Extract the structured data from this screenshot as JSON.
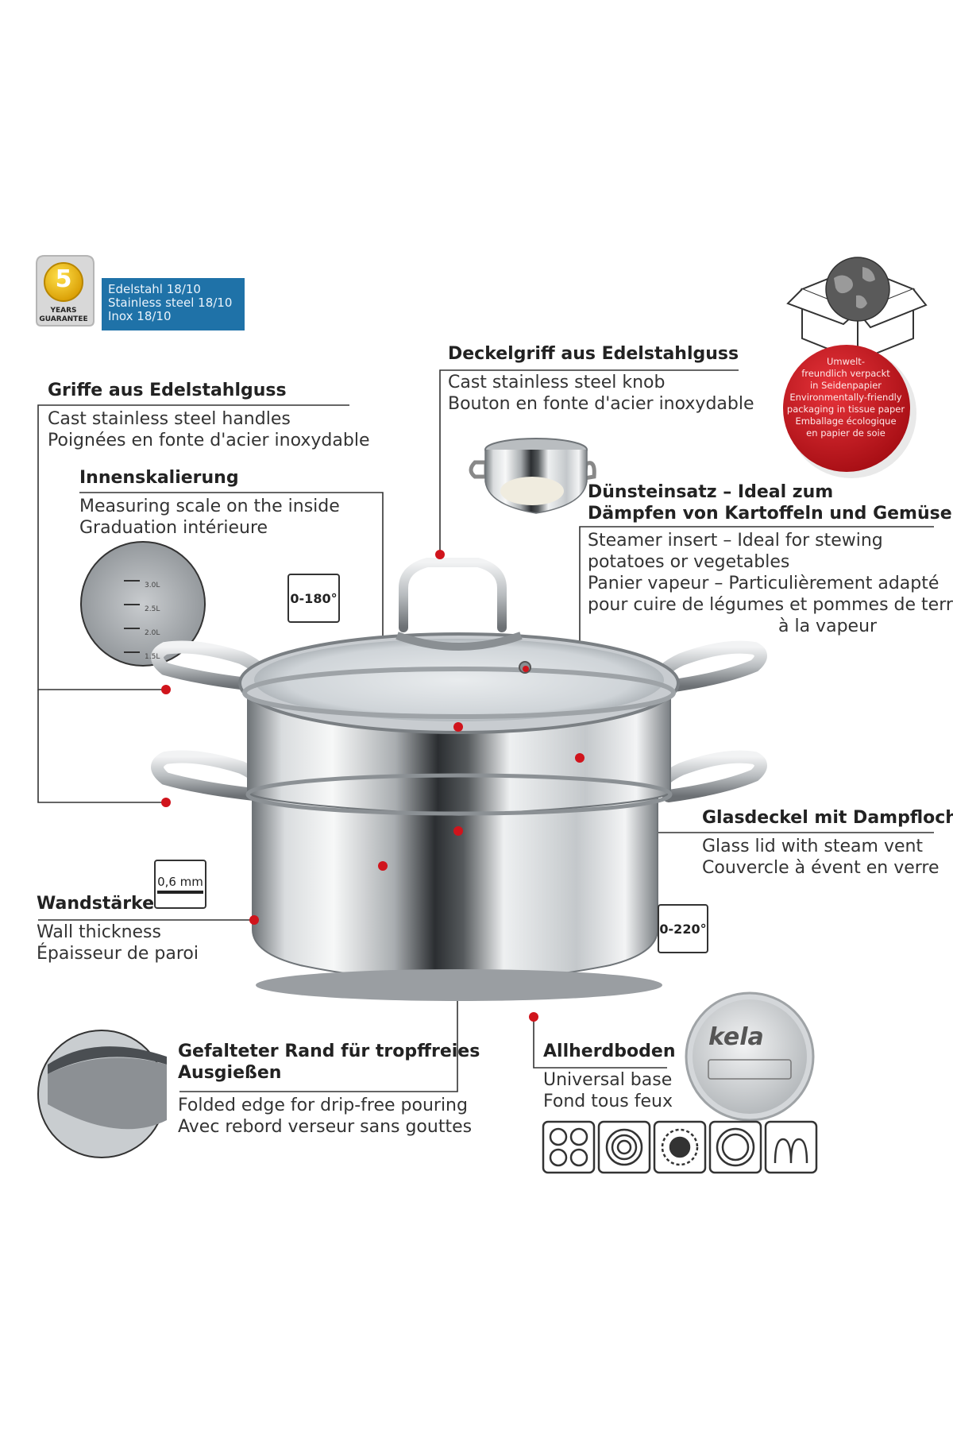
{
  "badges": {
    "guarantee_number": "5",
    "guarantee_line1": "YEARS",
    "guarantee_line2": "GUARANTEE",
    "material_de": "Edelstahl 18/10",
    "material_en": "Stainless steel 18/10",
    "material_fr": "Inox 18/10"
  },
  "eco": {
    "line1": "Umwelt-",
    "line2": "freundlich verpackt",
    "line3": "in Seidenpapier",
    "line4": "Environmentally-friendly",
    "line5": "packaging in tissue paper",
    "line6": "Emballage écologique",
    "line7": "en papier de soie"
  },
  "callouts": {
    "handles": {
      "title": "Griffe aus Edelstahlguss",
      "en": "Cast stainless steel handles",
      "fr": "Poignées en fonte d'acier inoxydable"
    },
    "scale": {
      "title": "Innenskalierung",
      "en": "Measuring scale on the inside",
      "fr": "Graduation intérieure"
    },
    "knob": {
      "title": "Deckelgriff aus Edelstahlguss",
      "en": "Cast stainless steel knob",
      "fr": "Bouton en fonte d'acier inoxydable"
    },
    "steamer": {
      "title1": "Dünsteinsatz – Ideal zum",
      "title2": "Dämpfen von Kartoffeln und Gemüse",
      "en1": "Steamer insert – Ideal for stewing",
      "en2": "potatoes or vegetables",
      "fr1": "Panier vapeur – Particulièrement adapté",
      "fr2": "pour cuire de légumes et pommes de terre",
      "fr3": "à la vapeur"
    },
    "lid": {
      "title": "Glasdeckel mit Dampfloch",
      "en": "Glass lid with steam vent",
      "fr": "Couvercle à évent en verre"
    },
    "wall": {
      "title": "Wandstärke",
      "en": "Wall thickness",
      "fr": "Épaisseur de paroi",
      "value": "0,6 mm"
    },
    "edge": {
      "title1": "Gefalteter Rand für tropffreies",
      "title2": "Ausgießen",
      "en": "Folded edge for drip-free pouring",
      "fr": "Avec rebord verseur sans gouttes"
    },
    "base": {
      "title": "Allherdboden",
      "en": "Universal base",
      "fr": "Fond tous feux"
    }
  },
  "temps": {
    "lid": "0-180°",
    "pot": "0-220°"
  },
  "scale_marks": [
    "3.0L",
    "2.5L",
    "2.0L",
    "1.5L"
  ],
  "brand": "kela",
  "icons": [
    "electric-hob-icon",
    "ceramic-hob-icon",
    "gas-hob-icon",
    "halogen-hob-icon",
    "induction-hob-icon"
  ],
  "colors": {
    "accent_red": "#d0141c",
    "material_blue": "#1f72a8",
    "guarantee_gold": "#e8b400"
  }
}
